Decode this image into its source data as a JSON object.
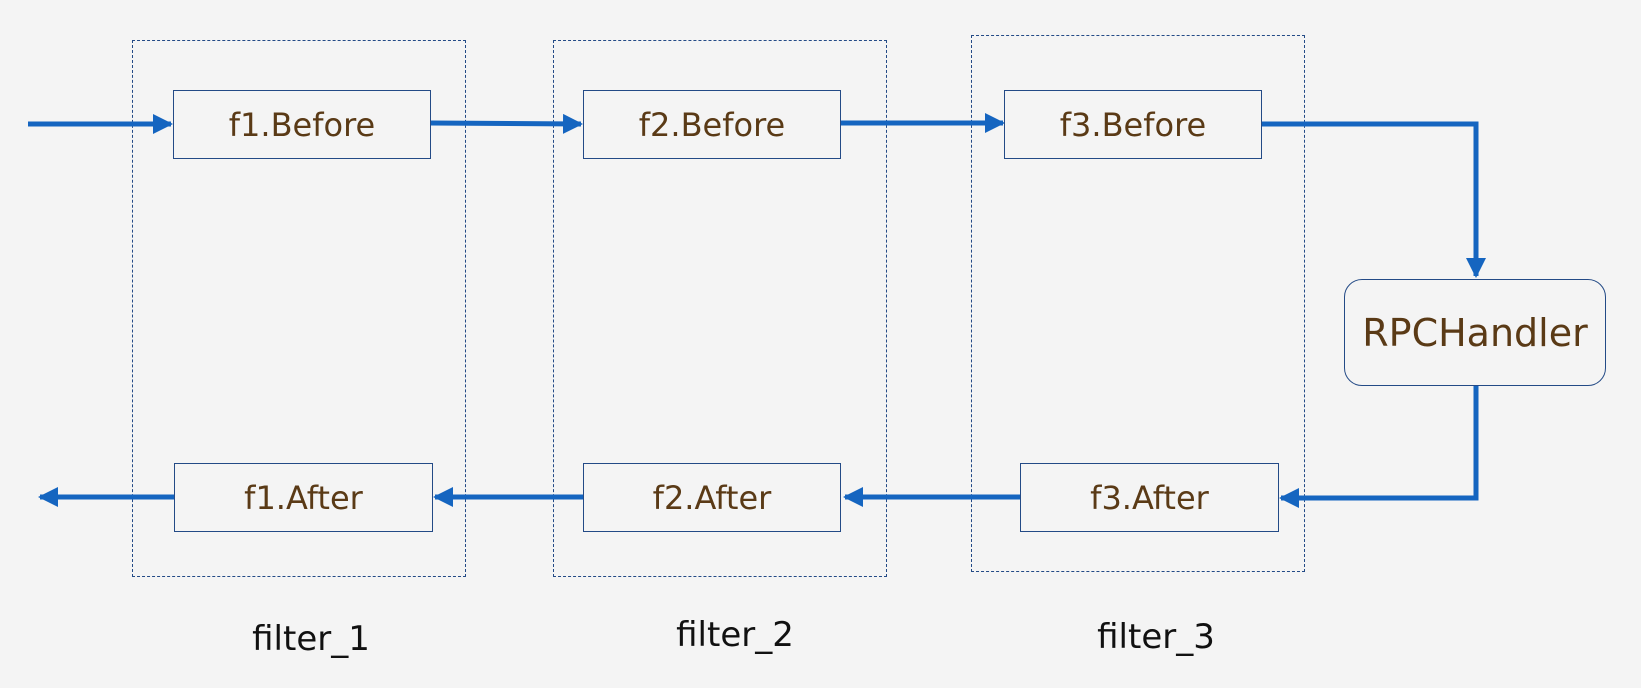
{
  "colors": {
    "background": "#f4f4f4",
    "arrow": "#1565c0",
    "box_border": "#234a86",
    "node_text": "#5a3a16",
    "label_text": "#111111"
  },
  "nodes": {
    "f1_before": "f1.Before",
    "f2_before": "f2.Before",
    "f3_before": "f3.Before",
    "handler": "RPCHandler",
    "f3_after": "f3.After",
    "f2_after": "f2.After",
    "f1_after": "f1.After"
  },
  "groups": {
    "filter_1": "filter_1",
    "filter_2": "filter_2",
    "filter_3": "filter_3"
  }
}
